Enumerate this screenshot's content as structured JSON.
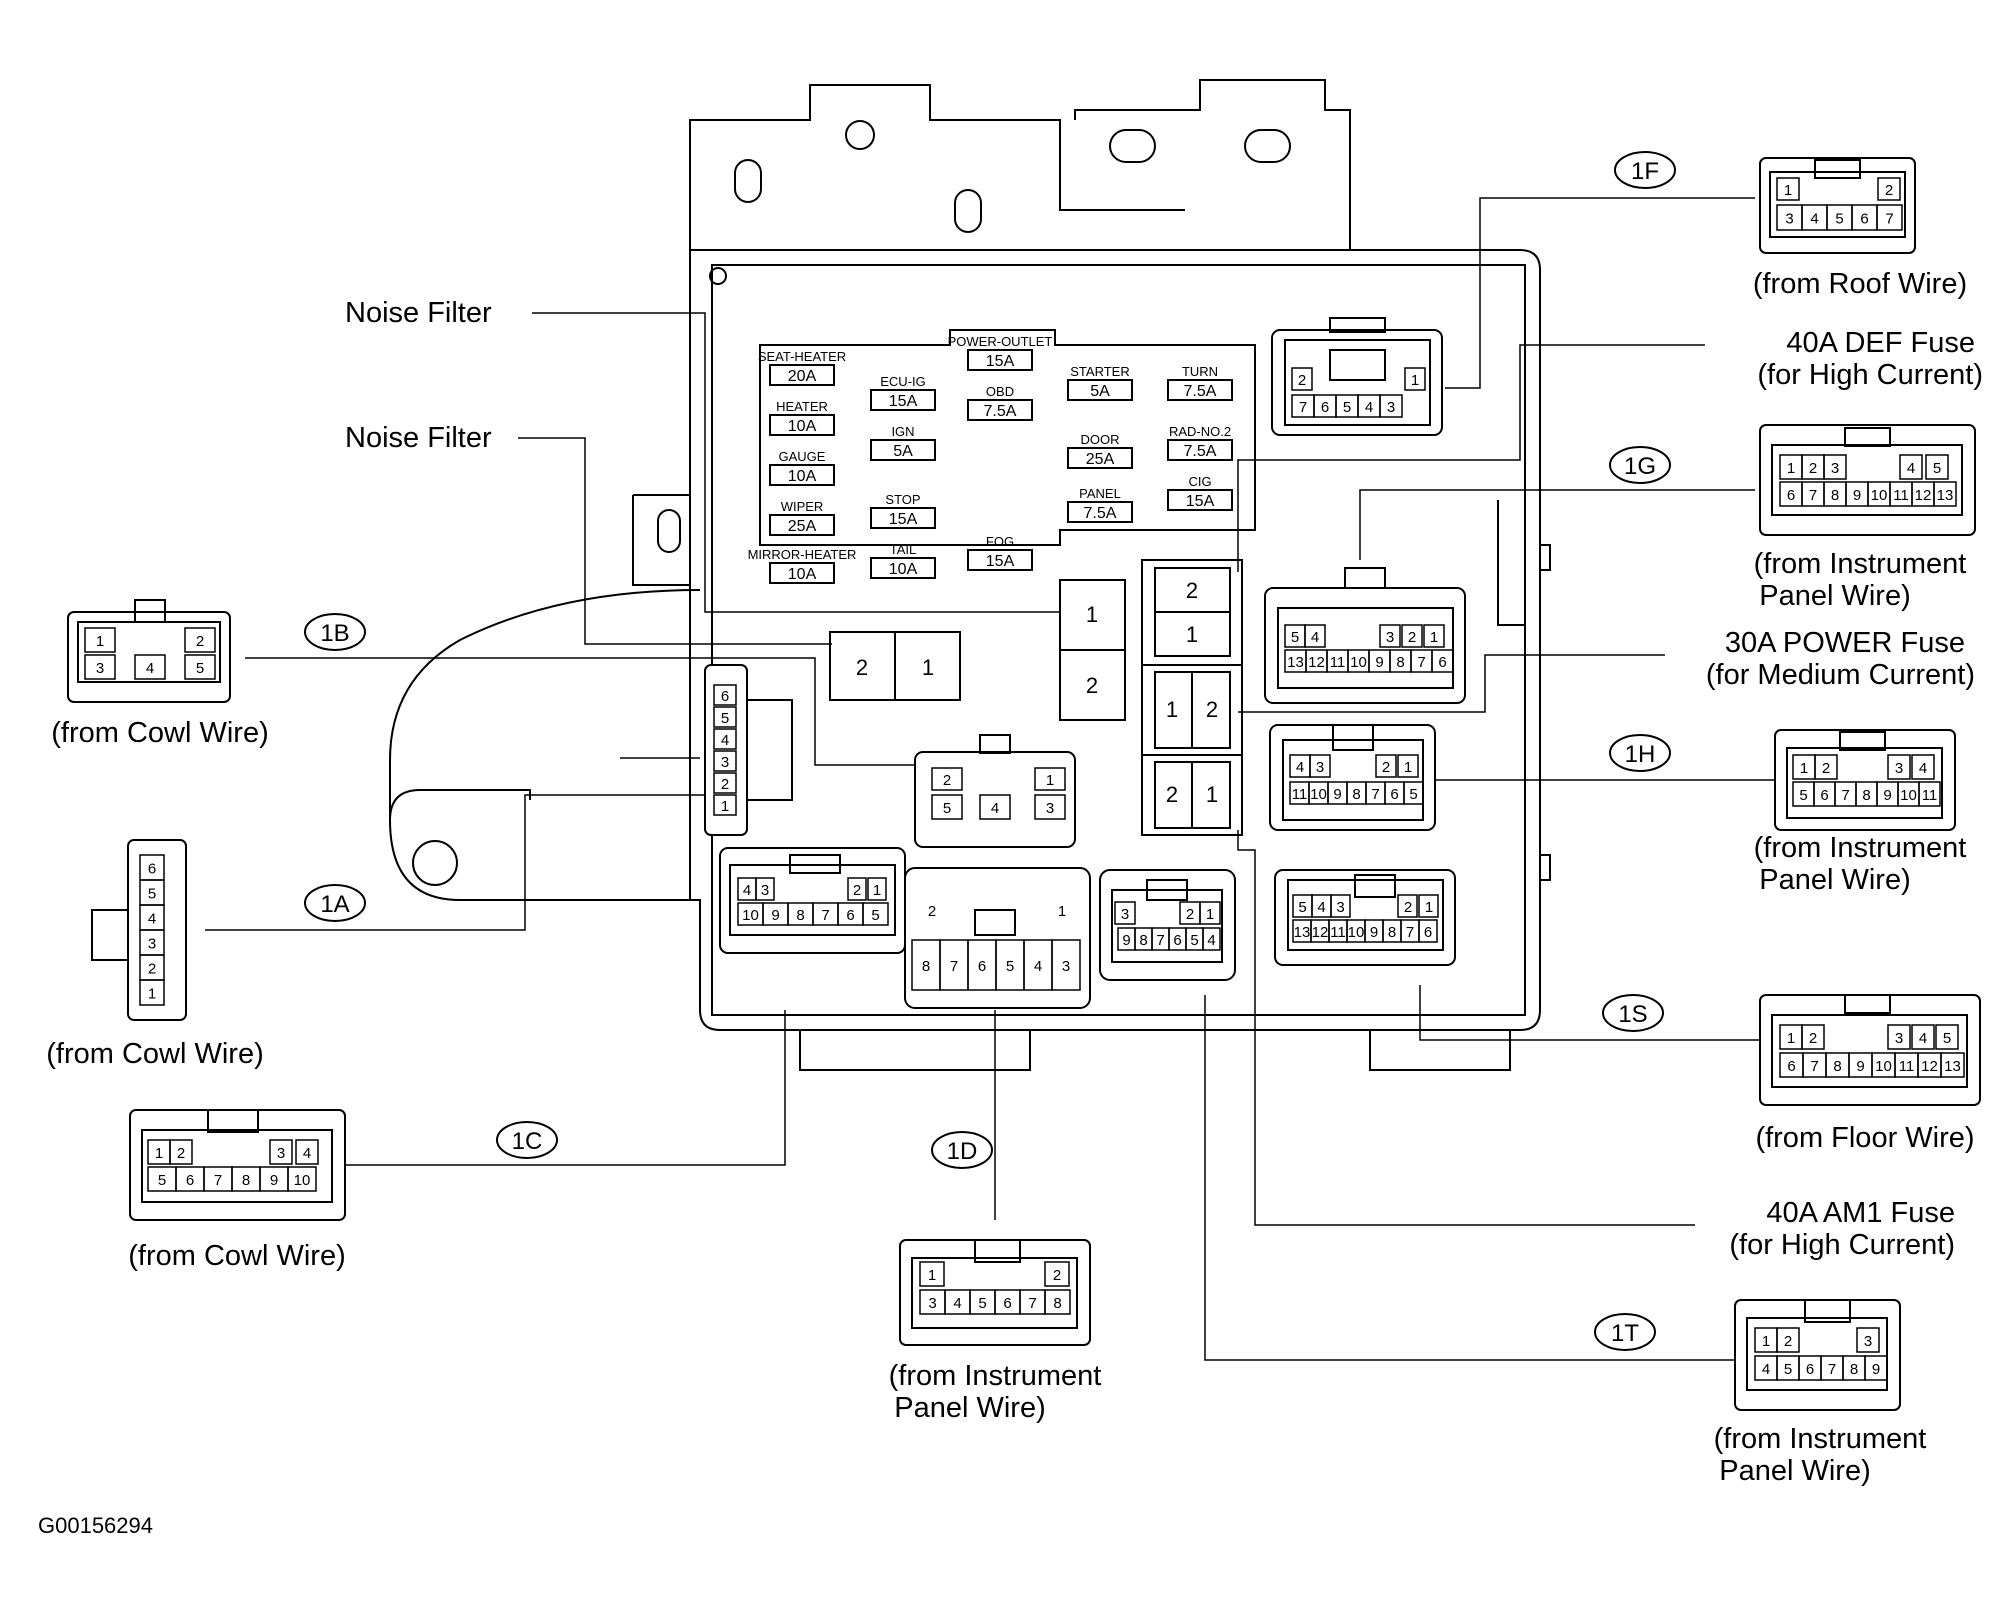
{
  "figure_id": "G00156294",
  "labels": {
    "noise_filter_1": "Noise Filter",
    "noise_filter_2": "Noise Filter",
    "def_fuse": "40A DEF Fuse",
    "def_fuse_sub": "(for High Current)",
    "power_fuse": "30A POWER Fuse",
    "power_fuse_sub": "(for Medium Current)",
    "am1_fuse": "40A AM1 Fuse",
    "am1_fuse_sub": "(for High Current)"
  },
  "connectors": [
    {
      "id": "1F",
      "source": "(from Roof Wire)",
      "source2": ""
    },
    {
      "id": "1G",
      "source": "(from Instrument",
      "source2": "Panel Wire)"
    },
    {
      "id": "1H",
      "source": "(from Instrument",
      "source2": "Panel Wire)"
    },
    {
      "id": "1S",
      "source": "(from Floor Wire)",
      "source2": ""
    },
    {
      "id": "1T",
      "source": "(from Instrument",
      "source2": "Panel Wire)"
    },
    {
      "id": "1B",
      "source": "(from Cowl Wire)",
      "source2": ""
    },
    {
      "id": "1A",
      "source": "(from Cowl Wire)",
      "source2": ""
    },
    {
      "id": "1C",
      "source": "(from Cowl Wire)",
      "source2": ""
    },
    {
      "id": "1D",
      "source": "(from Instrument",
      "source2": "Panel Wire)"
    }
  ],
  "fuses": [
    {
      "name": "SEAT-HEATER",
      "rating": "20A"
    },
    {
      "name": "HEATER",
      "rating": "10A"
    },
    {
      "name": "GAUGE",
      "rating": "10A"
    },
    {
      "name": "WIPER",
      "rating": "25A"
    },
    {
      "name": "MIRROR-HEATER",
      "rating": "10A"
    },
    {
      "name": "ECU-IG",
      "rating": "15A"
    },
    {
      "name": "IGN",
      "rating": "5A"
    },
    {
      "name": "STOP",
      "rating": "15A"
    },
    {
      "name": "TAIL",
      "rating": "10A"
    },
    {
      "name": "POWER-OUTLET",
      "rating": "15A"
    },
    {
      "name": "OBD",
      "rating": "7.5A"
    },
    {
      "name": "FOG",
      "rating": "15A"
    },
    {
      "name": "STARTER",
      "rating": "5A"
    },
    {
      "name": "DOOR",
      "rating": "25A"
    },
    {
      "name": "PANEL",
      "rating": "7.5A"
    },
    {
      "name": "TURN",
      "rating": "7.5A"
    },
    {
      "name": "RAD-NO.2",
      "rating": "7.5A"
    },
    {
      "name": "CIG",
      "rating": "15A"
    }
  ],
  "pins": {
    "1F_top": [
      "1",
      "2"
    ],
    "1F_bot": [
      "3",
      "4",
      "5",
      "6",
      "7"
    ],
    "1G_top": [
      "1",
      "2",
      "3",
      "4",
      "5"
    ],
    "1G_bot": [
      "6",
      "7",
      "8",
      "9",
      "10",
      "11",
      "12",
      "13"
    ],
    "1H_top": [
      "1",
      "2",
      "3",
      "4"
    ],
    "1H_bot": [
      "5",
      "6",
      "7",
      "8",
      "9",
      "10",
      "11"
    ],
    "1S_top": [
      "1",
      "2",
      "3",
      "4",
      "5"
    ],
    "1S_bot": [
      "6",
      "7",
      "8",
      "9",
      "10",
      "11",
      "12",
      "13"
    ],
    "1T_top": [
      "1",
      "2",
      "3"
    ],
    "1T_bot": [
      "4",
      "5",
      "6",
      "7",
      "8",
      "9"
    ],
    "1B_top": [
      "1",
      "2"
    ],
    "1B_bot": [
      "3",
      "4",
      "5"
    ],
    "1A": [
      "6",
      "5",
      "4",
      "3",
      "2",
      "1"
    ],
    "1C_top": [
      "1",
      "2",
      "3",
      "4"
    ],
    "1C_bot": [
      "5",
      "6",
      "7",
      "8",
      "9",
      "10"
    ],
    "1D_top": [
      "1",
      "2"
    ],
    "1D_bot": [
      "3",
      "4",
      "5",
      "6",
      "7",
      "8"
    ],
    "relay_pins": [
      "1",
      "2"
    ],
    "box_1F_top": [
      "2",
      "1"
    ],
    "box_1F_bot": [
      "7",
      "6",
      "5",
      "4",
      "3"
    ],
    "box_1G_top": [
      "5",
      "4",
      "3",
      "2",
      "1"
    ],
    "box_1G_bot": [
      "13",
      "12",
      "11",
      "10",
      "9",
      "8",
      "7",
      "6"
    ],
    "box_1H_top": [
      "4",
      "3",
      "2",
      "1"
    ],
    "box_1H_bot": [
      "11",
      "10",
      "9",
      "8",
      "7",
      "6",
      "5"
    ],
    "box_1S_top": [
      "5",
      "4",
      "3",
      "2",
      "1"
    ],
    "box_1S_bot": [
      "13",
      "12",
      "11",
      "10",
      "9",
      "8",
      "7",
      "6"
    ],
    "box_1B_top": [
      "2",
      "1"
    ],
    "box_1B_bot": [
      "5",
      "4",
      "3"
    ],
    "box_1C_top": [
      "4",
      "3",
      "2",
      "1"
    ],
    "box_1C_bot": [
      "10",
      "9",
      "8",
      "7",
      "6",
      "5"
    ],
    "box_1D_top": [
      "2",
      "1"
    ],
    "box_1D_bot": [
      "8",
      "7",
      "6",
      "5",
      "4",
      "3"
    ],
    "box_1T_top": [
      "3",
      "2",
      "1"
    ],
    "box_1T_bot": [
      "9",
      "8",
      "7",
      "6",
      "5",
      "4"
    ]
  }
}
